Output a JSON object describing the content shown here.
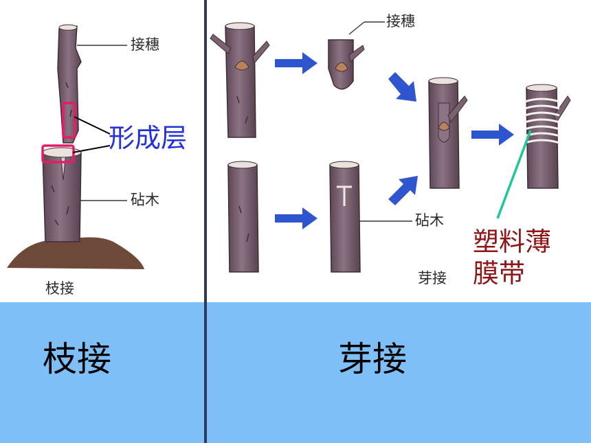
{
  "left_panel": {
    "scion_label": "接穗",
    "cambium_label": "形成层",
    "rootstock_label": "砧木",
    "method_label": "枝接"
  },
  "right_panel": {
    "scion_label": "接穗",
    "rootstock_label": "砧木",
    "method_label": "芽接",
    "film_label_line1": "塑料薄",
    "film_label_line2": "膜带"
  },
  "captions": {
    "left": "枝接",
    "right": "芽接"
  },
  "colors": {
    "band": "#7fbff8",
    "divider": "#2d3a56",
    "bark": "#7a6270",
    "bark_light": "#9b8592",
    "arrow": "#2f55cf",
    "highlight": "#e81a6a",
    "pointer": "#1fc69a",
    "cambium_text": "#2231d8",
    "film_text": "#8e1616"
  }
}
